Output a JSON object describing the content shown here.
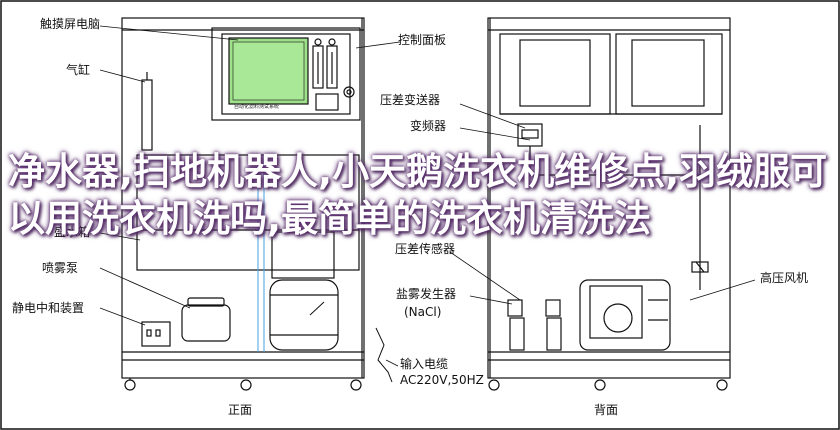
{
  "diagram": {
    "front_labels": {
      "touchscreen": "触摸屏电脑",
      "cylinder": "气缸",
      "water_tank": "盛水箱",
      "spray_pump": "喷雾泵",
      "electrostatic_device": "静电中和装置",
      "front_caption": "正面"
    },
    "back_labels": {
      "control_panel": "控制面板",
      "pressure_transmitter": "压差变送器",
      "inverter": "变频器",
      "dp_sensor": "压差传感器",
      "salt_aerosol": "盐雾发生器",
      "nacl": "(NaCl)",
      "centrifugal_fan": "高压风机",
      "power_cable": "输入电缆",
      "ac_spec": "AC220V,50HZ",
      "back_caption": "背面"
    },
    "screen_text": "自动化滤料测试系统",
    "colors": {
      "screen": "#9fe08a",
      "line": "#111111",
      "overlay_text": "#ffffff",
      "overlay_shadow": "#5a2e6e",
      "flow_line": "#44a0e0"
    }
  },
  "overlay": {
    "title": "净水器,扫地机器人,小天鹅洗衣机维修点,羽绒服可以用洗衣机洗吗,最简单的洗衣机清洗法"
  }
}
